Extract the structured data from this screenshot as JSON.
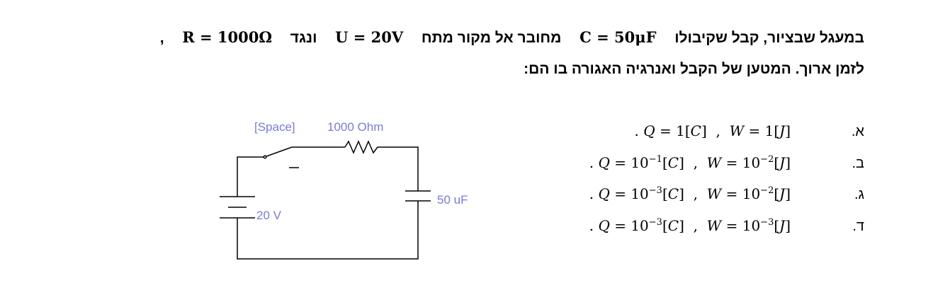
{
  "question": {
    "line1": {
      "w1": "במעגל שבציור, קבל שקיבולו",
      "cap": "C = 50μF",
      "w2": "מחובר אל מקור מתח",
      "volt": "U = 20V",
      "w3": "ונגד",
      "res": "R = 1000Ω",
      "tail": ","
    },
    "line2": "לזמן ארוך. המטען של הקבל ואנרגיה האגורה בו הם:"
  },
  "options": [
    {
      "letter": "א.",
      "q_base": "1",
      "q_exp": "",
      "w_base": "1",
      "w_exp": ""
    },
    {
      "letter": "ב.",
      "q_base": "10",
      "q_exp": "−1",
      "w_base": "10",
      "w_exp": "−2"
    },
    {
      "letter": "ג.",
      "q_base": "10",
      "q_exp": "−3",
      "w_base": "10",
      "w_exp": "−2"
    },
    {
      "letter": "ד.",
      "q_base": "10",
      "q_exp": "−3",
      "w_base": "10",
      "w_exp": "−3"
    }
  ],
  "circuit": {
    "switch_label": "[Space]",
    "resistor_label": "1000  Ohm",
    "capacitor_label": "50 uF",
    "battery_label": "20 V",
    "label_color": "#7a7adc",
    "wire_color": "#000000"
  }
}
